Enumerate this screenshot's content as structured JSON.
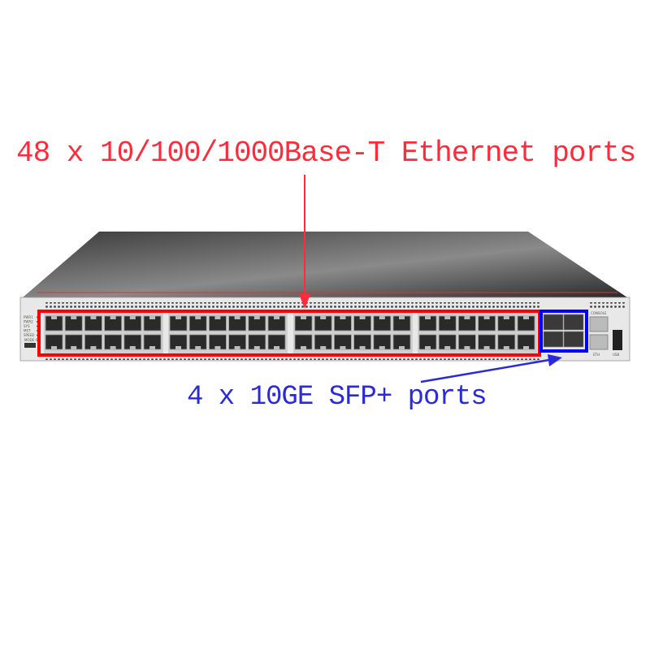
{
  "annotations": {
    "ethernet": {
      "label": "48 x 10/100/1000Base-T Ethernet ports",
      "color": "#ff2a3a",
      "port_count": 48
    },
    "sfp": {
      "label": "4 x 10GE SFP+ ports",
      "color": "#2a2adc",
      "port_count": 4
    }
  },
  "panel": {
    "leds": [
      "PWR1",
      "PWR2",
      "SYS",
      "MST",
      "SPEED"
    ],
    "mode_button": "MODE ID",
    "console_label": "CONSOLE",
    "eth_label": "ETH",
    "usb_label": "USB"
  }
}
